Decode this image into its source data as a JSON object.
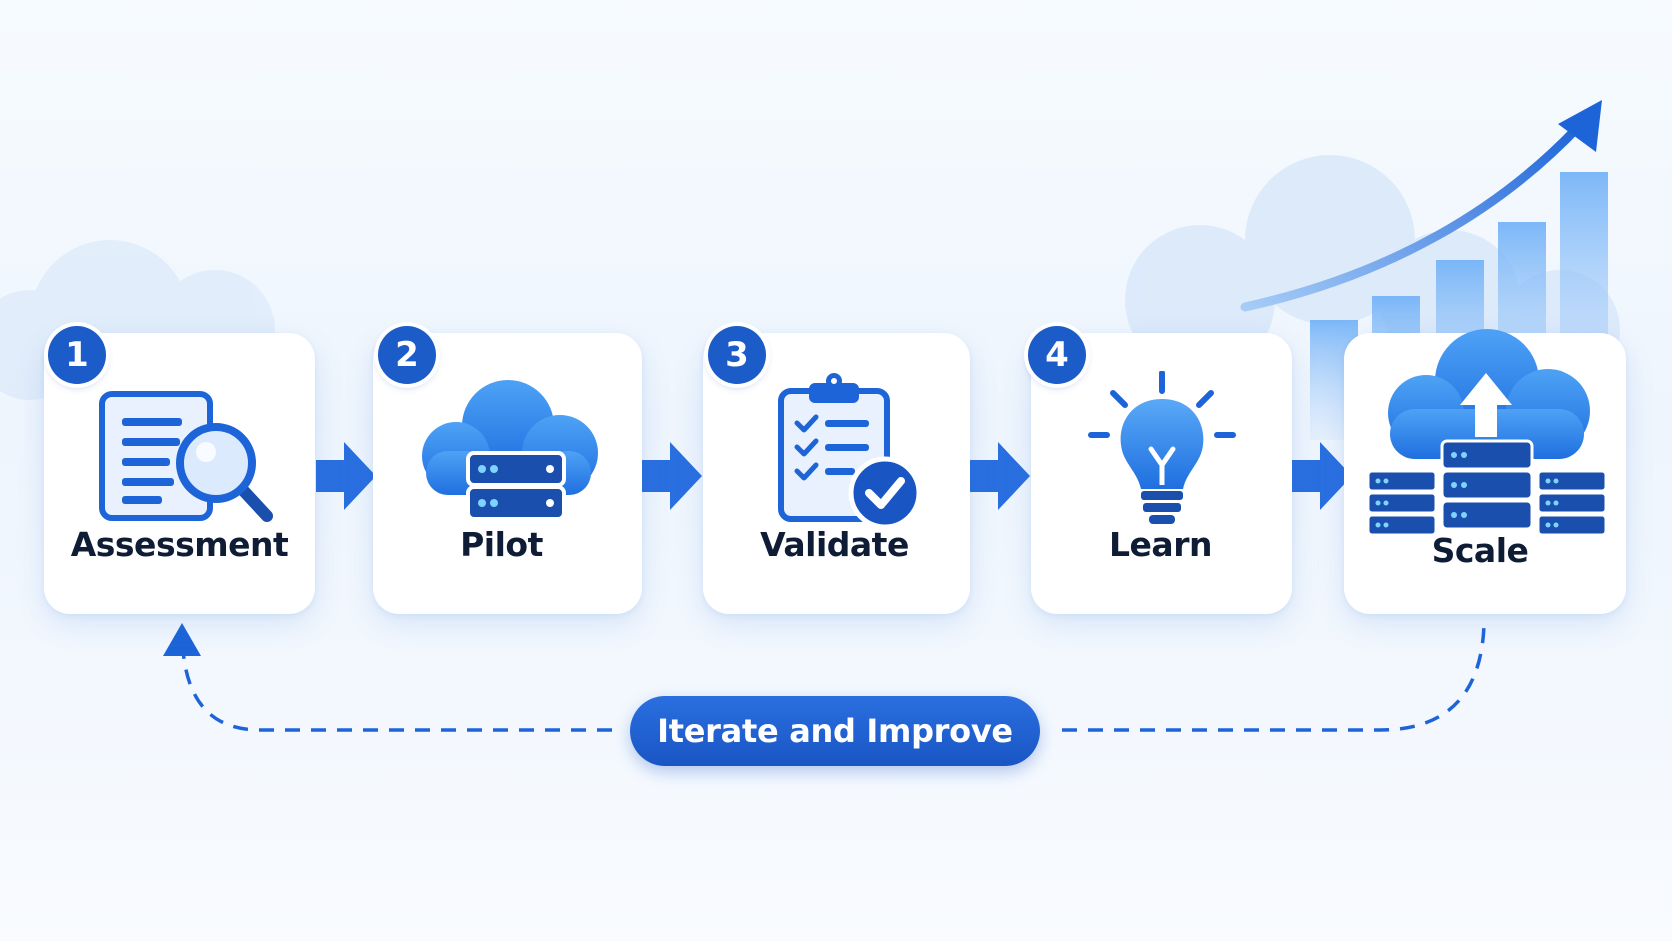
{
  "steps": [
    {
      "number": "1",
      "label": "Assessment",
      "icon": "document-magnifier-icon"
    },
    {
      "number": "2",
      "label": "Pilot",
      "icon": "cloud-server-icon"
    },
    {
      "number": "3",
      "label": "Validate",
      "icon": "clipboard-check-icon"
    },
    {
      "number": "4",
      "label": "Learn",
      "icon": "lightbulb-icon"
    },
    {
      "label": "Scale",
      "icon": "cloud-upload-servers-icon"
    }
  ],
  "loop": {
    "label": "Iterate and Improve"
  },
  "colors": {
    "primary": "#1c5cc9",
    "accent": "#3a8ef0",
    "text": "#0f1c36"
  }
}
